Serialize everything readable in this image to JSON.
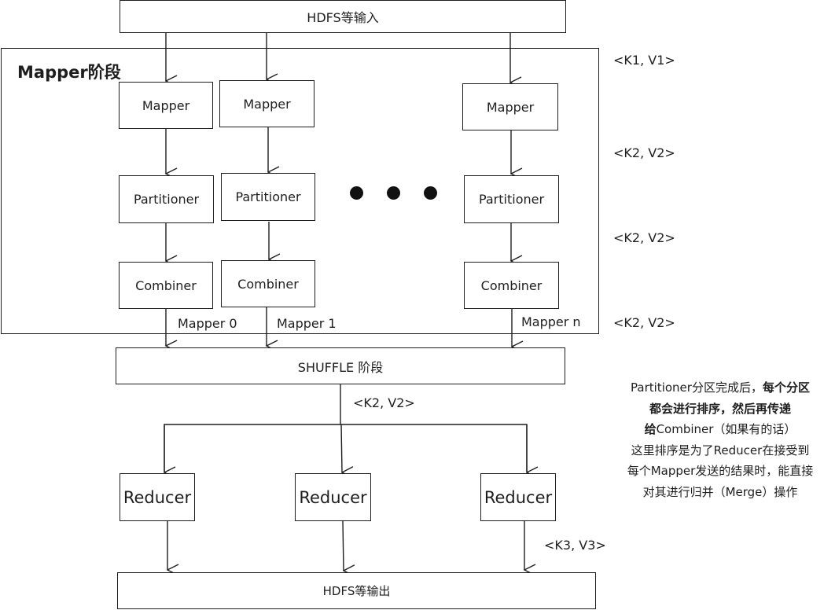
{
  "input_box": "HDFS等输入",
  "mapper_stage": {
    "title": "Mapper阶段",
    "columns": [
      {
        "mapper": "Mapper",
        "partitioner": "Partitioner",
        "combiner": "Combiner",
        "output_label": "Mapper 0"
      },
      {
        "mapper": "Mapper",
        "partitioner": "Partitioner",
        "combiner": "Combiner",
        "output_label": "Mapper 1"
      },
      {
        "mapper": "Mapper",
        "partitioner": "Partitioner",
        "combiner": "Combiner",
        "output_label": "Mapper n"
      }
    ],
    "ellipsis": "• • •"
  },
  "kv_labels": {
    "k1v1": "<K1, V1>",
    "k2v2_after_mapper": "<K2, V2>",
    "k2v2_after_partitioner": "<K2, V2>",
    "k2v2_after_combiner": "<K2, V2>",
    "k2v2_after_shuffle": "<K2, V2>",
    "k3v3": "<K3, V3>"
  },
  "shuffle_box": "SHUFFLE 阶段",
  "reducers": [
    "Reducer",
    "Reducer",
    "Reducer"
  ],
  "output_box": "HDFS等输出",
  "note": {
    "line1_plain": "Partitioner分区完成后，",
    "line1_bold": "每个分区",
    "line2_bold": "都会进行排序，然后再传递",
    "line3_bold": "给",
    "line3_plain": "Combiner（如果有的话）",
    "line4": "这里排序是为了Reducer在接受到",
    "line5": "每个Mapper发送的结果时，能直接",
    "line6": "对其进行归并（Merge）操作"
  }
}
